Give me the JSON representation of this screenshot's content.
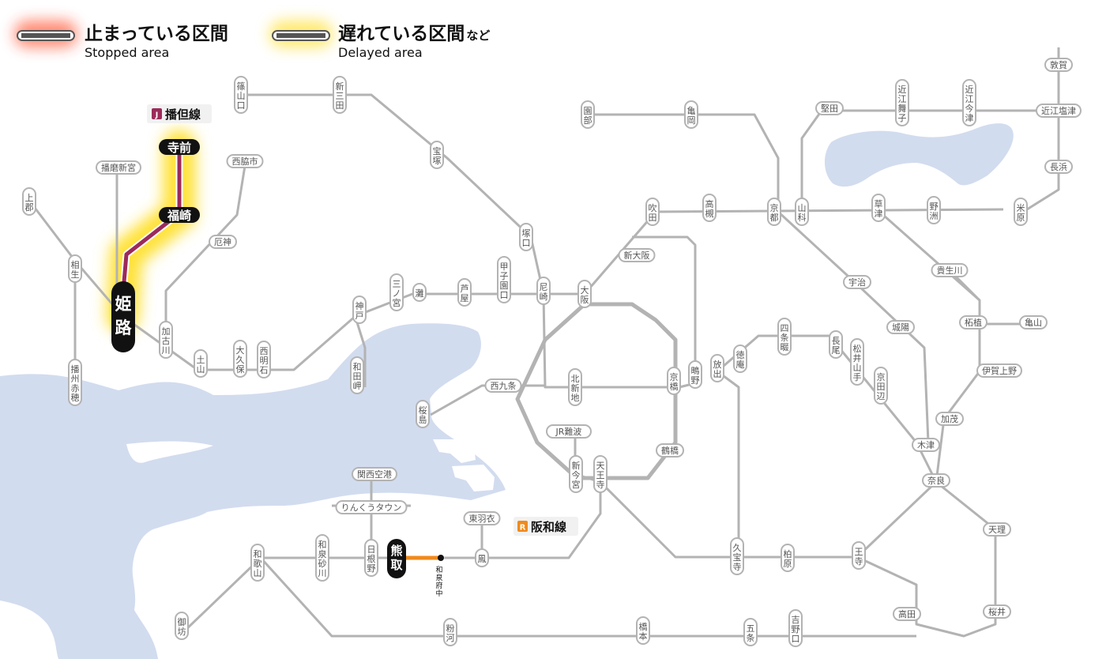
{
  "legend": {
    "stopped": {
      "label": "止まっている区間",
      "label_en": "Stopped area"
    },
    "delayed": {
      "label": "遅れている区間",
      "label_suffix": "など",
      "label_en": "Delayed area"
    }
  },
  "lines": {
    "bantan": {
      "badge": "J",
      "name": "播但線",
      "badge_color": "#9b2a5a",
      "status": "delayed"
    },
    "hanwa": {
      "badge": "R",
      "name": "阪和線",
      "badge_color": "#f08a1c",
      "status": "stopped"
    }
  },
  "colors": {
    "track": "#b3b3b3",
    "water": "#d2dcef",
    "stopped_glow": "#ff2a00",
    "delayed_glow": "#ffe030",
    "bantan_line": "#9b2a5a",
    "hanwa_line": "#f08a1c",
    "highlight_station": "#111111"
  },
  "stations": {
    "sasayamaguchi": "篠山口",
    "shinsanda": "新三田",
    "takarazuka": "宝塚",
    "tsukaguchi": "塚口",
    "amagasaki": "尼崎",
    "osaka": "大阪",
    "shinosaka": "新大阪",
    "suita": "吹田",
    "takatsuki": "高槻",
    "kyoto": "京都",
    "yamashina": "山科",
    "kusatsu": "草津",
    "yasu": "野洲",
    "maibara": "米原",
    "nagahama": "長浜",
    "tsuruga": "敦賀",
    "omishiotsu": "近江塩津",
    "omiimazu": "近江今津",
    "omimaiko": "近江舞子",
    "katata": "堅田",
    "sonobe": "園部",
    "kameoka": "亀岡",
    "uji": "宇治",
    "jojo": "城陽",
    "kizu": "木津",
    "nara": "奈良",
    "tenri": "天理",
    "sakurai": "桜井",
    "takada": "高田",
    "oji": "王寺",
    "kashiwara": "柏原",
    "kyuhoji": "久宝寺",
    "tennoji": "天王寺",
    "shinimamiya": "新今宮",
    "jrnamba": "JR難波",
    "tsuruhashi": "鶴橋",
    "kyobashi": "京橋",
    "kitashinchi": "北新地",
    "nishikujo": "西九条",
    "sakurajima": "桜島",
    "hanaten": "放出",
    "shigino": "鴫野",
    "tokuan": "徳庵",
    "shijonawate": "四条畷",
    "nagao": "長尾",
    "matsuiyamate": "松井山手",
    "kyotanabe": "京田辺",
    "kamo": "加茂",
    "igaueno": "伊賀上野",
    "tsuge": "柘植",
    "kameyama": "亀山",
    "kibukawa": "貴生川",
    "kansaiairport": "関西空港",
    "rinkutown": "りんくうタウン",
    "hineno": "日根野",
    "kumatori": "熊取",
    "izumifuchu": "和泉府中",
    "otori": "鳳",
    "higashihagoromo": "東羽衣",
    "izumisunagawa": "和泉砂川",
    "wakayama": "和歌山",
    "gobo": "御坊",
    "kokawa": "粉河",
    "hashimoto": "橋本",
    "gojo": "五条",
    "yoshinoguchi": "吉野口",
    "ashiya": "芦屋",
    "koshienguchi": "甲子園口",
    "nada": "灘",
    "sannomiya": "三ノ宮",
    "kobe": "神戸",
    "wadamisaki": "和田岬",
    "nishiakashi": "西明石",
    "okubo": "大久保",
    "tsuchiyama": "土山",
    "kakogawa": "加古川",
    "yakujin": "厄神",
    "nishiwakishi": "西脇市",
    "himeji": "姫路",
    "fukusaki": "福崎",
    "teramae": "寺前",
    "harimashingu": "播磨新宮",
    "kamigori": "上郡",
    "aioi": "相生",
    "banshuako": "播州赤穂"
  }
}
